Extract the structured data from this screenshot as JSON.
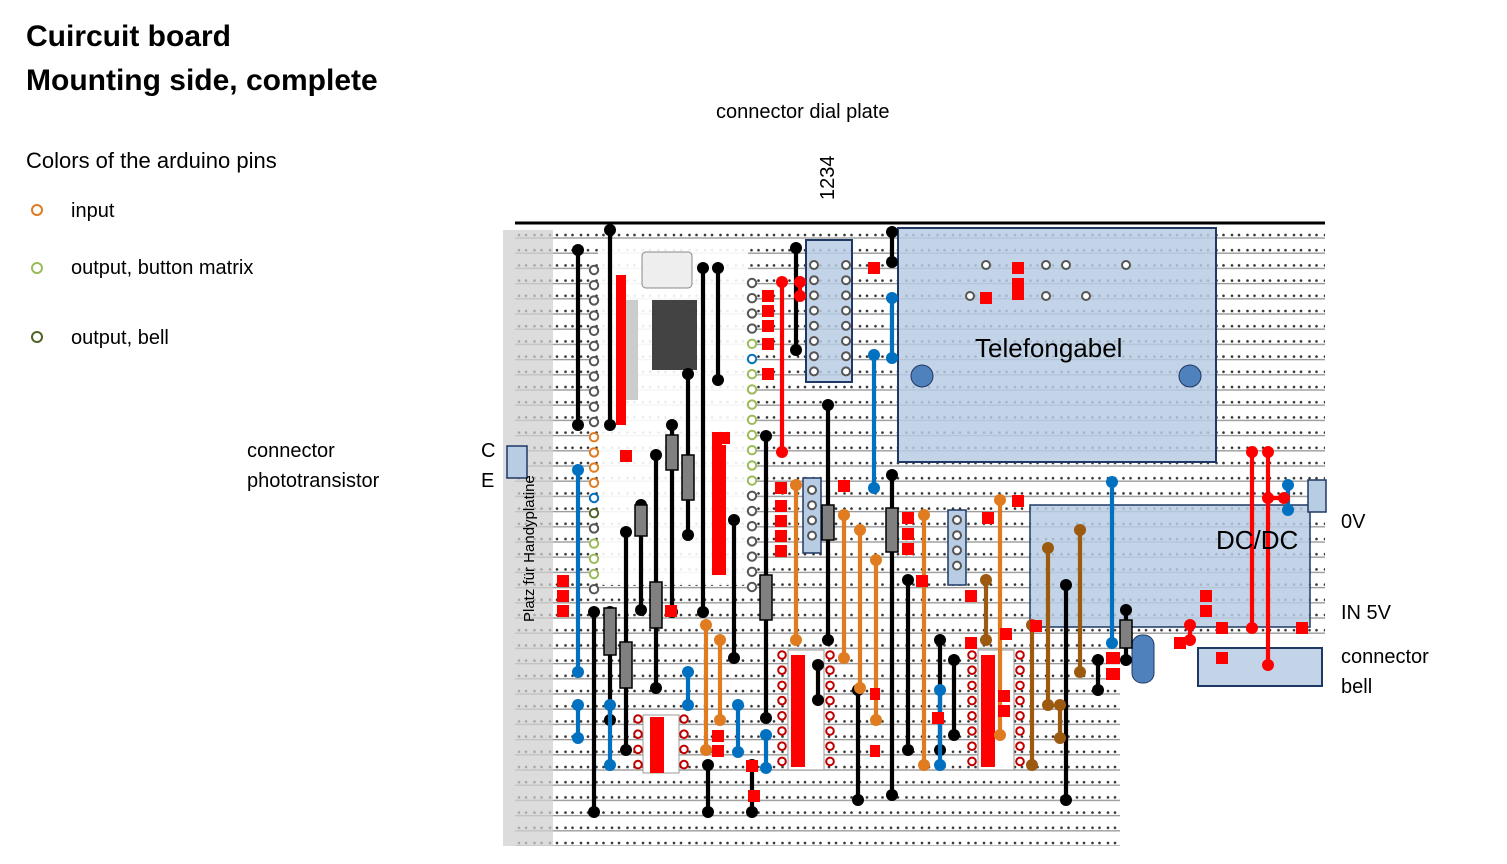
{
  "title_line1": "Cuircuit board",
  "title_line2": "Mounting side, complete",
  "legend": {
    "heading": "Colors of the arduino pins",
    "items": [
      {
        "label": "input",
        "color": "#e07b20"
      },
      {
        "label": "output, button matrix",
        "color": "#9bbb59"
      },
      {
        "label": "output, bell",
        "color": "#4f6228"
      }
    ]
  },
  "labels": {
    "dial_connector": "connector dial plate",
    "dial_pins": "1234",
    "phototransistor_line1": "connector",
    "phototransistor_line2": "phototransistor",
    "pin_c": "C",
    "pin_e": "E",
    "phone_area": "Platz für Handyplatine",
    "hook": "Telefongabel",
    "dcdc": "DC/DC",
    "zero_v": "0V",
    "in_5v": "IN 5V",
    "bell_line1": "connector",
    "bell_line2": "bell"
  },
  "colors": {
    "wire_black": "#000000",
    "wire_red": "#ff0000",
    "wire_blue": "#0070c0",
    "wire_orange": "#e07b20",
    "wire_brown": "#9c5a10",
    "area_fill": "#b8cce4",
    "area_border": "#1f3864"
  }
}
